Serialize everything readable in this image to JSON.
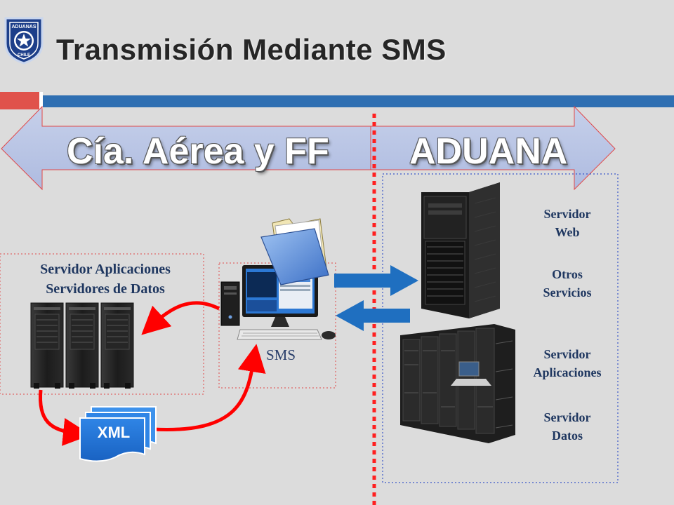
{
  "header": {
    "title": "Transmisión Mediante SMS",
    "logo_text_top": "ADUANAS",
    "logo_text_bottom": "CHILE"
  },
  "banner": {
    "left_label": "Cía. Aérea y FF",
    "right_label": "ADUANA"
  },
  "left_box": {
    "line1": "Servidor Aplicaciones",
    "line2": "Servidores de Datos"
  },
  "center_box": {
    "label": "SMS"
  },
  "xml_doc": {
    "label": "XML"
  },
  "right_box": {
    "web_line1": "Servidor",
    "web_line2": "Web",
    "otros_line1": "Otros",
    "otros_line2": "Servicios",
    "app_line1": "Servidor",
    "app_line2": "Aplicaciones",
    "datos_line1": "Servidor",
    "datos_line2": "Datos"
  },
  "colors": {
    "accent_red": "#e0524b",
    "accent_blue": "#2f6fb2",
    "flow_red": "#ff0000",
    "flow_blue": "#1f6fc0",
    "banner_fill": "#b4c0e0",
    "dashed_blue": "#3a56c8",
    "divider_red_dotted": "#ff2020"
  }
}
